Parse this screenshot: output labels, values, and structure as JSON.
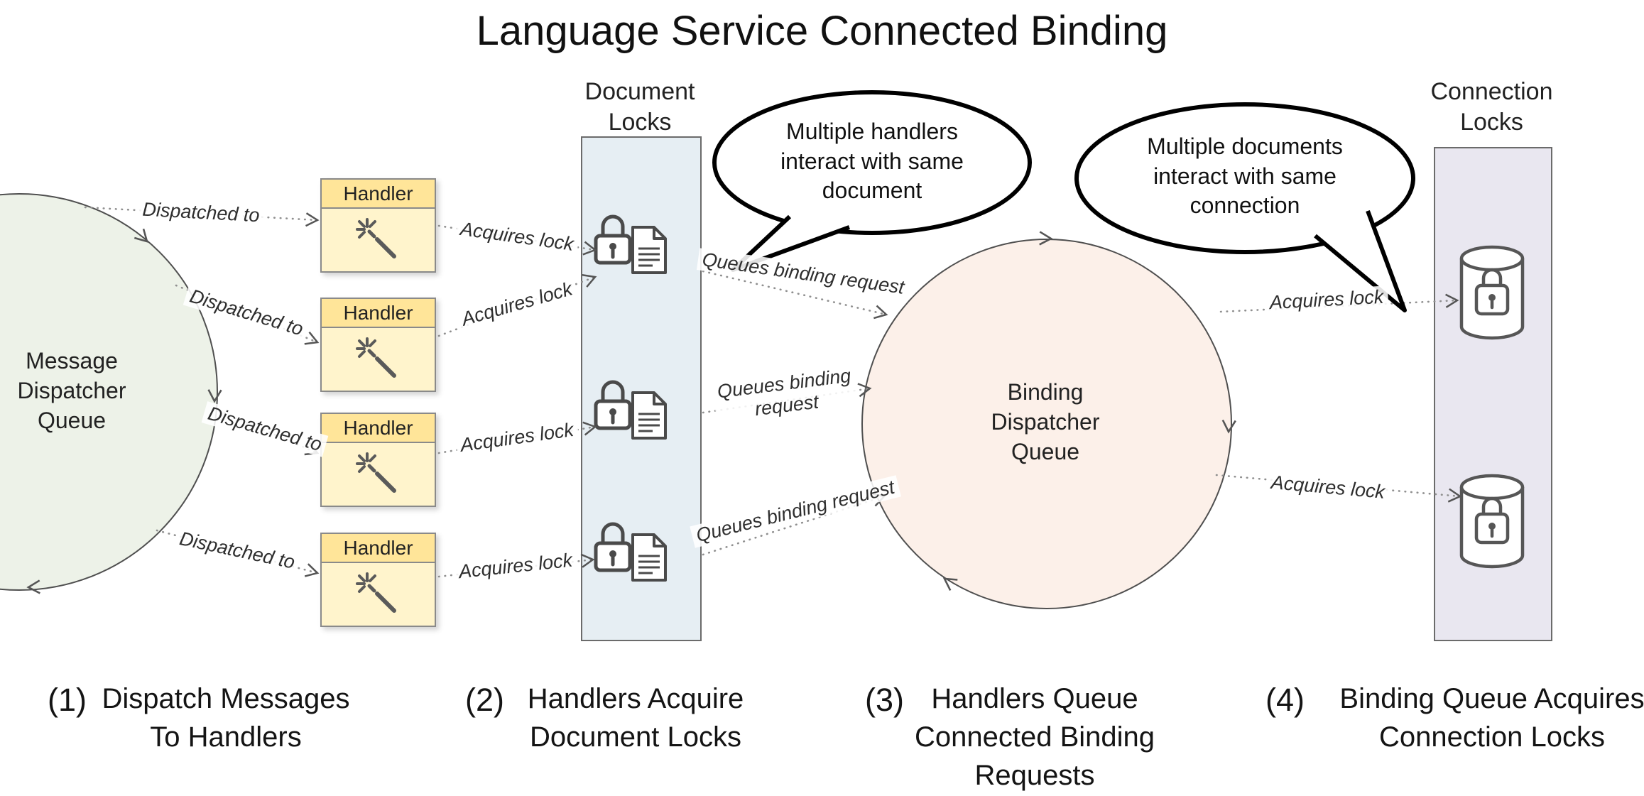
{
  "title": "Language Service Connected Binding",
  "message_queue": {
    "label": "Message\nDispatcher\nQueue"
  },
  "binding_queue": {
    "label": "Binding\nDispatcher\nQueue"
  },
  "handlers": {
    "label": "Handler"
  },
  "document_locks": {
    "label": "Document\nLocks"
  },
  "connection_locks": {
    "label": "Connection\nLocks"
  },
  "bubbles": {
    "handlers_doc": "Multiple handlers\ninteract with same\ndocument",
    "docs_conn": "Multiple documents\ninteract with same\nconnection"
  },
  "arrows": {
    "dispatched_to": "Dispatched to",
    "acquires_lock": "Acquires lock",
    "queues_binding_request": "Queues binding request",
    "queues_binding_request_wrapped": "Queues binding\nrequest"
  },
  "captions": [
    {
      "num": "(1)",
      "text": "Dispatch Messages\nTo Handlers"
    },
    {
      "num": "(2)",
      "text": "Handlers Acquire\nDocument Locks"
    },
    {
      "num": "(3)",
      "text": "Handlers Queue\nConnected Binding\nRequests"
    },
    {
      "num": "(4)",
      "text": "Binding Queue Acquires\nConnection Locks"
    }
  ],
  "colors": {
    "handler_header": "#FFE599",
    "handler_body": "#FFF4CC",
    "document_locks_panel": "#E6EEF3",
    "connection_locks_panel": "#E9E7F0",
    "message_queue_fill": "#EDF2E8",
    "binding_queue_fill": "#FCF0E9",
    "bubble_stroke": "#000000",
    "connector": "#8F8F8F"
  }
}
